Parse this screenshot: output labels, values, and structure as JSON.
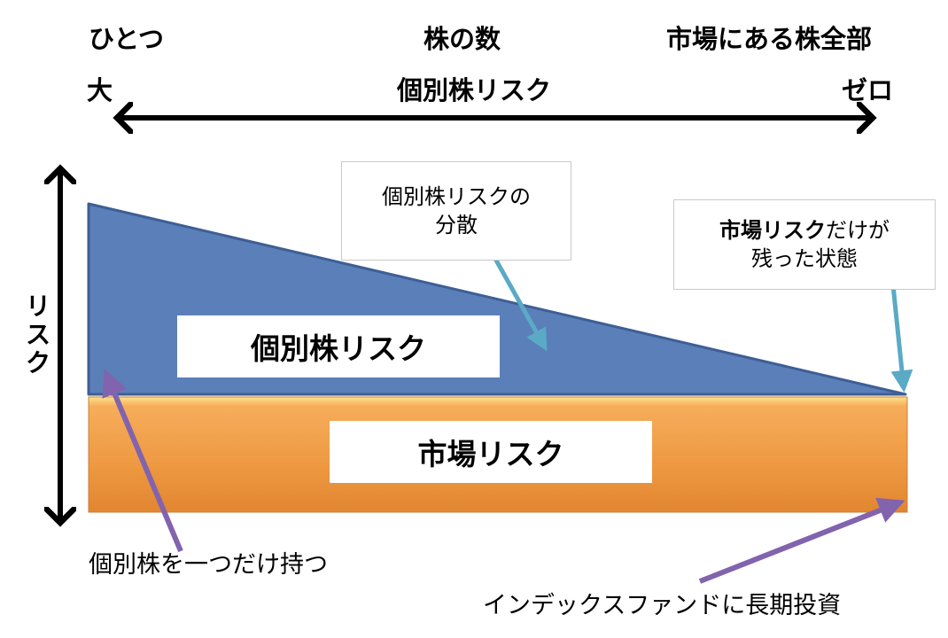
{
  "header": {
    "left": "ひとつ",
    "center": "株の数",
    "right": "市場にある株全部"
  },
  "scale": {
    "left": "大",
    "center": "個別株リスク",
    "right": "ゼロ"
  },
  "y_axis": {
    "label_chars": [
      "リ",
      "ス",
      "ク"
    ]
  },
  "bands": {
    "individual_label": "個別株リスク",
    "market_label": "市場リスク"
  },
  "callouts": {
    "diversification_line1": "個別株リスクの",
    "diversification_line2": "分散",
    "remaining_bold": "市場リスク",
    "remaining_rest": "だけが",
    "remaining_line2": "残った状態"
  },
  "annotations": {
    "single_stock": "個別株を一つだけ持つ",
    "index_fund": "インデックスファンドに長期投資"
  },
  "colors": {
    "individual_fill": "#5b7fb9",
    "individual_edge": "#3d5f95",
    "market_fill": "#ef9a44",
    "callout_arrow": "#5aaac6",
    "purple_arrow": "#8263ad"
  }
}
